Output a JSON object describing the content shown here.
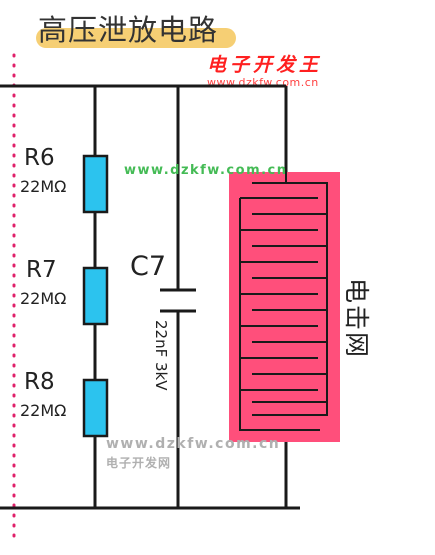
{
  "title": "高压泄放电路",
  "watermarks": {
    "brand": "电子开发王",
    "brand_url": "www.dzkfw.com.cn",
    "green_url": "www.dzkfw.com.cn",
    "gray_url": "www.dzkfw.com.cn",
    "gray_cn": "电子开发网"
  },
  "components": {
    "r6": {
      "name": "R6",
      "value": "22MΩ"
    },
    "r7": {
      "name": "R7",
      "value": "22MΩ"
    },
    "r8": {
      "name": "R8",
      "value": "22MΩ"
    },
    "c7": {
      "name": "C7",
      "value": "22nF 3kV"
    },
    "grid": {
      "name": "电击网"
    }
  },
  "colors": {
    "wire": "#1a1a1a",
    "resistor": "#2cc3ee",
    "grid_fill": "#ff4f7b",
    "grid_line": "#1a1a1a",
    "dotted_border": "#e0206a",
    "title_highlight": "#f6cf74"
  }
}
